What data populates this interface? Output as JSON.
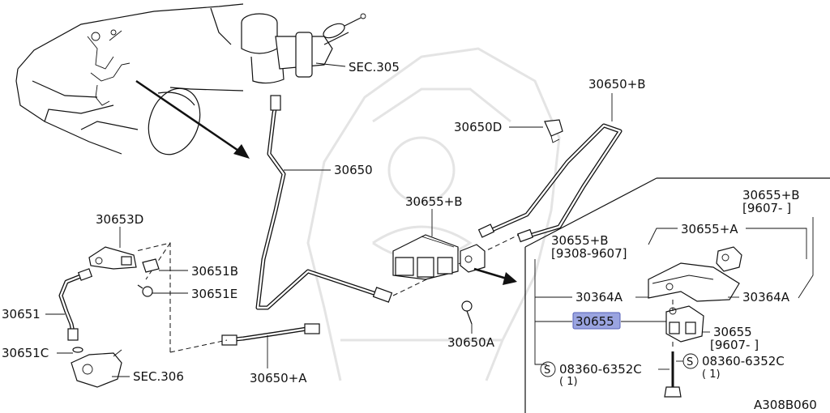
{
  "diagram": {
    "labels": {
      "sec305": "SEC.305",
      "p30650b": "30650+B",
      "p30650d": "30650D",
      "p30650": "30650",
      "p30655b": "30655+B",
      "p30653d": "30653D",
      "p30651b": "30651B",
      "p30651e": "30651E",
      "p30651": "30651",
      "p30651c": "30651C",
      "sec306": "SEC.306",
      "p30650a_plus": "30650+A",
      "p30650a": "30650A",
      "r30655b": "30655+B",
      "r30655b_range": "[9607-    ]",
      "l30655b": "30655+B",
      "l30655b_range": "[9308-9607]",
      "p30655a": "30655+A",
      "l30364a": "30364A",
      "r30364a": "30364A",
      "p30655": "30655",
      "r30655": "30655",
      "r30655_range": "[9607-    ]",
      "bolt_left_s": "S",
      "bolt_left": "08360-6352C",
      "bolt_left_qty": "( 1)",
      "bolt_right_s": "S",
      "bolt_right": "08360-6352C",
      "bolt_right_qty": "( 1)",
      "diagram_code": "A308B060"
    },
    "highlight_color": "#9aa4e0"
  }
}
